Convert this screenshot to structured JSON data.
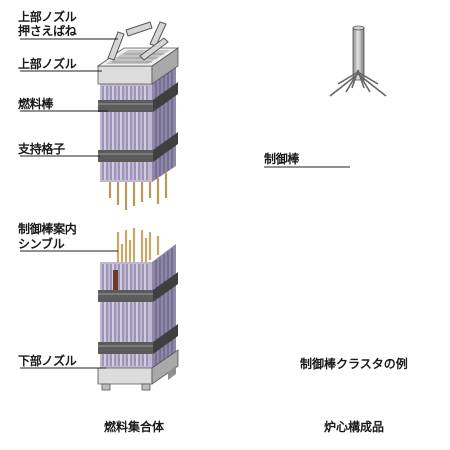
{
  "fuel_assembly": {
    "labels": {
      "upper_nozzle_spring_line1": "上部ノズル",
      "upper_nozzle_spring_line2": "押さえばね",
      "upper_nozzle": "上部ノズル",
      "fuel_rod": "燃料棒",
      "support_grid": "支持格子",
      "guide_thimble_line1": "制御棒案内",
      "guide_thimble_line2": "シンブル",
      "lower_nozzle": "下部ノズル"
    },
    "caption": "燃料集合体"
  },
  "core_components": {
    "labels": {
      "control_rod": "制御棒"
    },
    "example_caption": "制御棒クラスタの例",
    "caption": "炉心構成品"
  },
  "colors": {
    "rod": "#c9c4d6",
    "rod_dark": "#8f88a8",
    "grid": "#6e6e6e",
    "nozzle": "#d9d9d9",
    "control_rod": "#d8d8d8",
    "thimble": "#c8a86a"
  }
}
